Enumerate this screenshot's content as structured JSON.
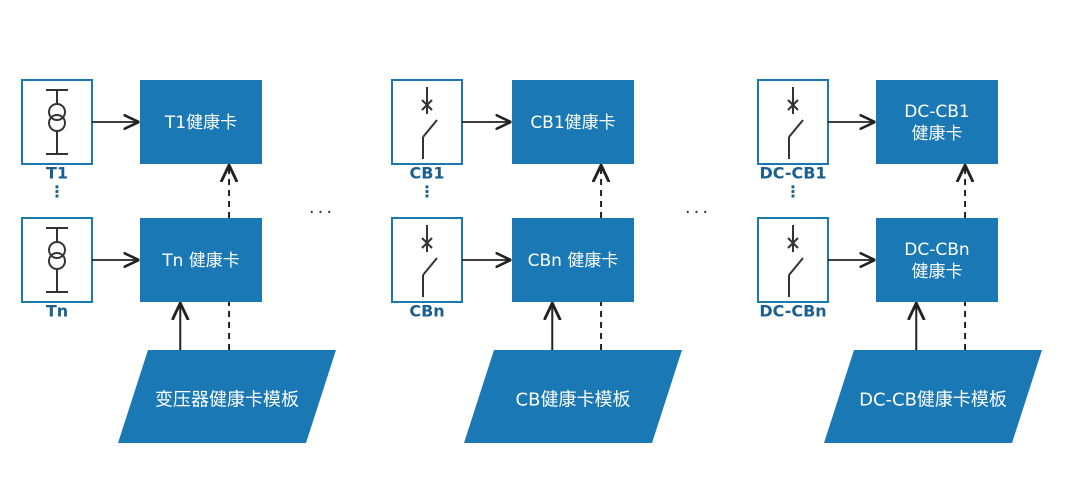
{
  "colors": {
    "accent": "#1a78b4",
    "outline": "#1a78b4",
    "label": "#1a5f8f",
    "arrow": "#222222"
  },
  "groups": [
    {
      "device_icon": "transformer-icon",
      "first_label": "T1",
      "ellipsis": "⋮",
      "last_label": "Tn",
      "first_card": [
        "T1健康卡"
      ],
      "last_card": [
        "Tn 健康卡"
      ],
      "template": "变压器健康卡模板"
    },
    {
      "device_icon": "circuit-breaker-icon",
      "first_label": "CB1",
      "ellipsis": "⋮",
      "last_label": "CBn",
      "first_card": [
        "CB1健康卡"
      ],
      "last_card": [
        "CBn 健康卡"
      ],
      "template": "CB健康卡模板"
    },
    {
      "device_icon": "circuit-breaker-icon",
      "first_label": "DC-CB1",
      "ellipsis": "⋮",
      "last_label": "DC-CBn",
      "first_card": [
        "DC-CB1",
        "健康卡"
      ],
      "last_card": [
        "DC-CBn",
        "健康卡"
      ],
      "template": "DC-CB健康卡模板"
    }
  ],
  "separator": "···"
}
